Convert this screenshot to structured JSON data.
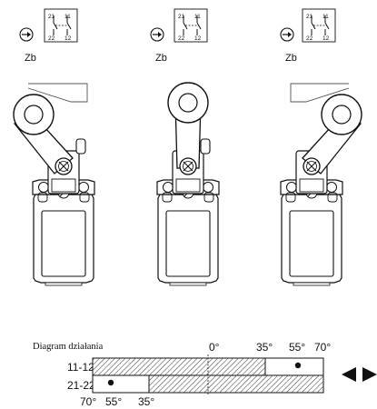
{
  "colors": {
    "ink": "#111111",
    "paper": "#ffffff",
    "hatch": "#444444"
  },
  "contact_blocks": [
    {
      "label": "Zb",
      "terminals": {
        "top_left": "21",
        "top_right": "11",
        "bottom_left": "22",
        "bottom_right": "12"
      }
    },
    {
      "label": "Zb",
      "terminals": {
        "top_left": "21",
        "top_right": "11",
        "bottom_left": "22",
        "bottom_right": "12"
      }
    },
    {
      "label": "Zb",
      "terminals": {
        "top_left": "21",
        "top_right": "11",
        "bottom_left": "22",
        "bottom_right": "12"
      }
    }
  ],
  "icons": {
    "actuation": "positive-opening-arrow-icon",
    "direction": "left-right-arrows-icon"
  },
  "diagram": {
    "title": "Diagram działania",
    "rows": [
      {
        "label": "11-12"
      },
      {
        "label": "21-22"
      }
    ],
    "angles_top": [
      "0°",
      "35°",
      "55°",
      "70°"
    ],
    "angles_bottom": [
      "70°",
      "55°",
      "35°"
    ]
  }
}
